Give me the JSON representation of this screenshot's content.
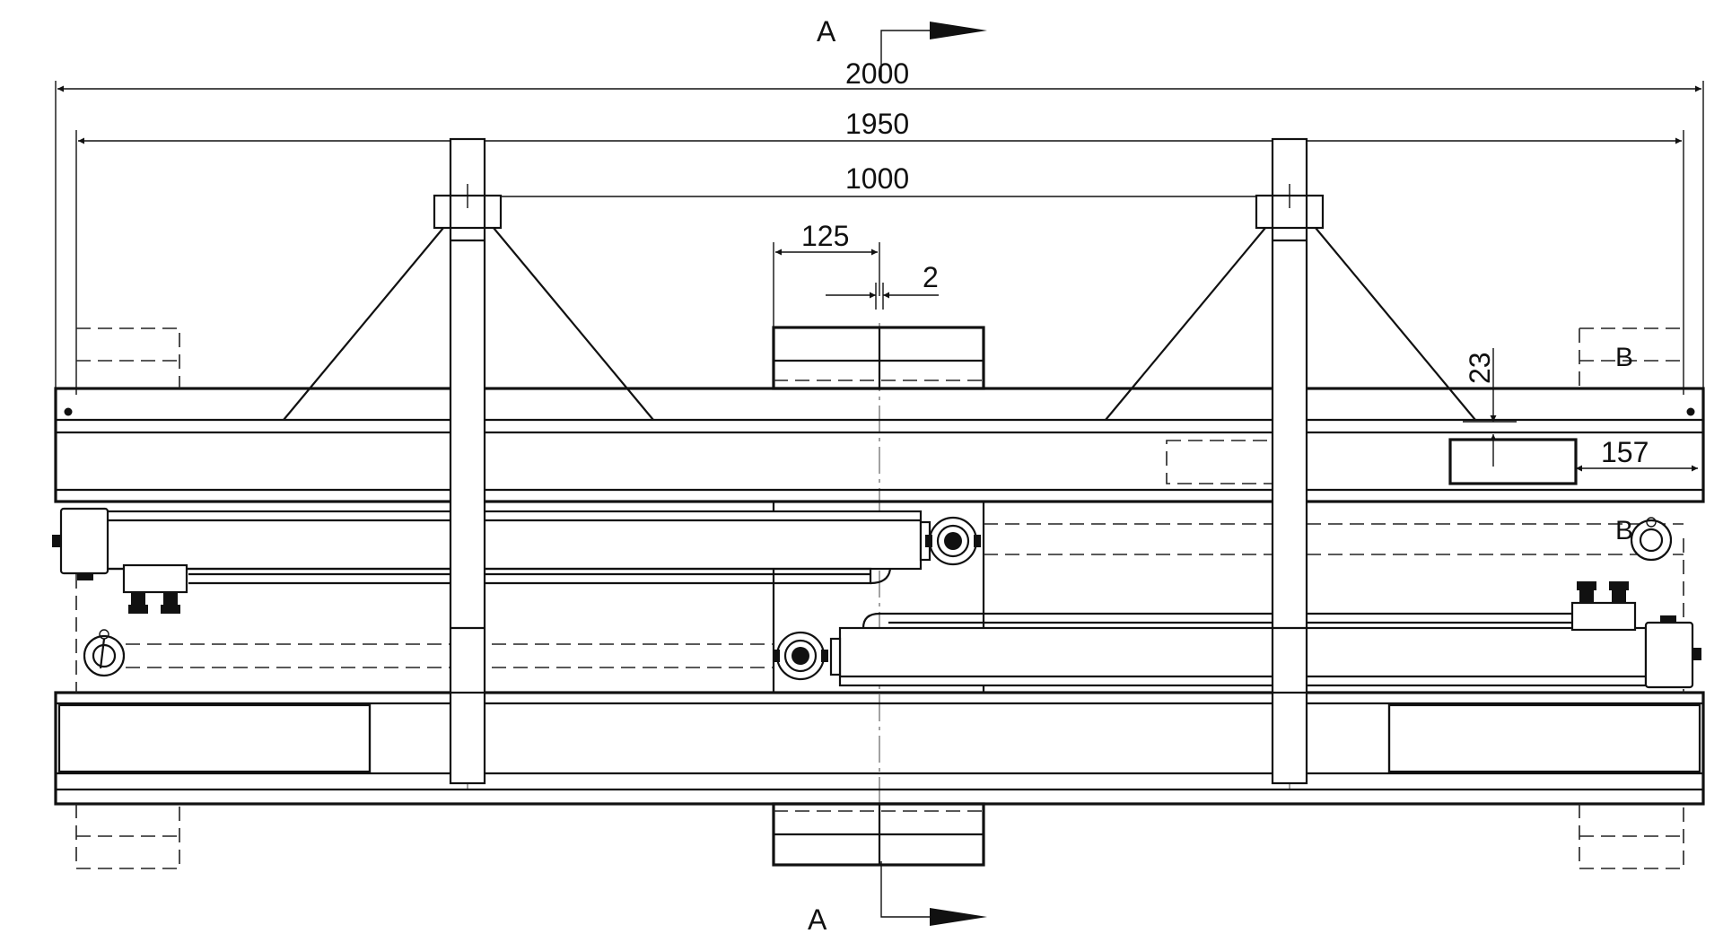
{
  "section_labels": {
    "a_top": "A",
    "a_bottom": "A",
    "b_upper": "B",
    "b_lower": "B"
  },
  "dimensions": {
    "overall_length": "2000",
    "inner_length": "1950",
    "post_spacing": "1000",
    "center_offset": "125",
    "gap": "2",
    "vertical_offset": "23",
    "slot_offset": "157"
  },
  "colors": {
    "line": "#111111",
    "background": "#ffffff"
  }
}
